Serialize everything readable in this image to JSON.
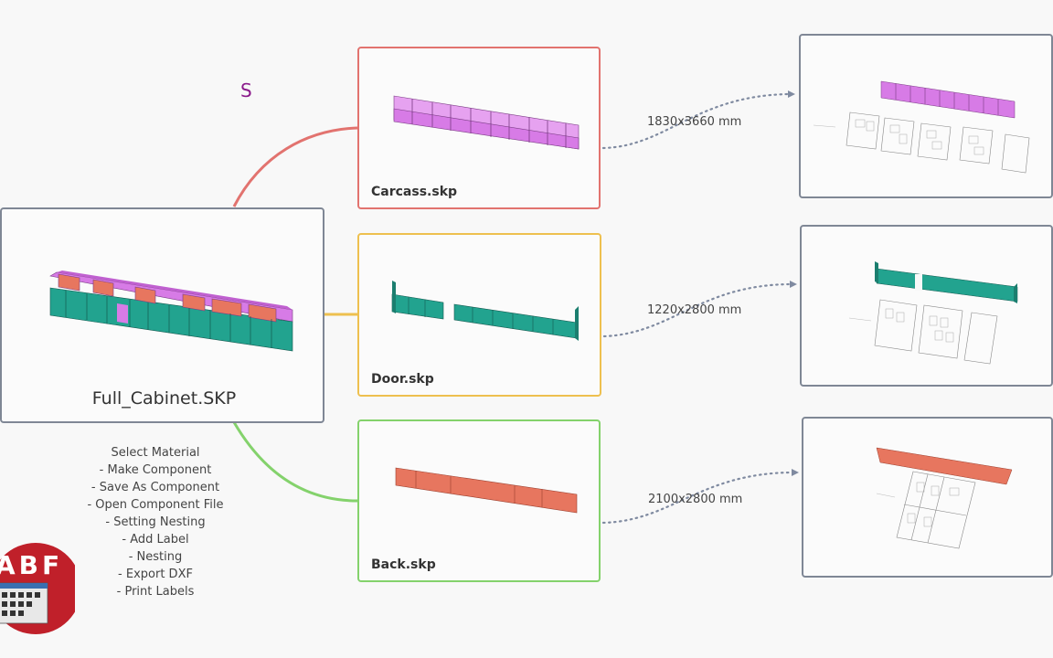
{
  "main": {
    "title": "Full_Cabinet.SKP"
  },
  "parts": [
    {
      "label": "Carcass.skp",
      "sheet_size": "1830x3660 mm",
      "color": "#e2736f"
    },
    {
      "label": "Door.skp",
      "sheet_size": "1220x2800 mm",
      "color": "#eec04f"
    },
    {
      "label": "Back.skp",
      "sheet_size": "2100x2800 mm",
      "color": "#84d26c"
    }
  ],
  "steps": [
    "Select Material",
    "- Make Component",
    "- Save As Component",
    "- Open Component File",
    "- Setting Nesting",
    "- Add Label",
    "- Nesting",
    "- Export DXF",
    "- Print Labels"
  ],
  "annotation": "S",
  "logo": {
    "text": "ABF",
    "color": "#c0202a"
  },
  "colors": {
    "carcass_panel": "#d77be6",
    "door_panel": "#22a38f",
    "back_panel": "#e7765f",
    "connector_dots": "#7f8aa0"
  }
}
